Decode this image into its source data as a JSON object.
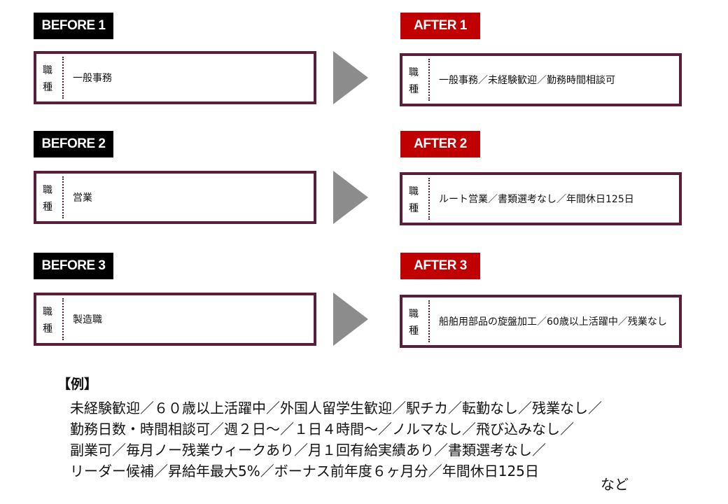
{
  "blocks": [
    {
      "before_tag": "BEFORE 1",
      "after_tag": "AFTER 1",
      "label": "職\n種",
      "before_value": "一般事務",
      "after_value": "一般事務／未経験歓迎／勤務時間相談可"
    },
    {
      "before_tag": "BEFORE 2",
      "after_tag": "AFTER 2",
      "label": "職\n種",
      "before_value": "営業",
      "after_value": "ルート営業／書類選考なし／年間休日125日"
    },
    {
      "before_tag": "BEFORE 3",
      "after_tag": "AFTER 3",
      "label": "職\n種",
      "before_value": "製造職",
      "after_value": "船舶用部品の旋盤加工／60歳以上活躍中／残業なし"
    }
  ],
  "example": {
    "title": "【例】",
    "lines": [
      "未経験歓迎／６０歳以上活躍中／外国人留学生歓迎／駅チカ／転勤なし／残業なし／",
      "勤務日数・時間相談可／週２日～／１日４時間～／ノルマなし／飛び込みなし／",
      "副業可／毎月ノー残業ウィークあり／月１回有給実績あり／書類選考なし／",
      "リーダー候補／昇給年最大5%／ボーナス前年度６ヶ月分／年間休日125日"
    ],
    "etc": "など"
  },
  "colors": {
    "before_tag": "#000000",
    "after_tag": "#c00000",
    "box_border": "#5b1d3a",
    "arrow": "#8c8c8c"
  }
}
